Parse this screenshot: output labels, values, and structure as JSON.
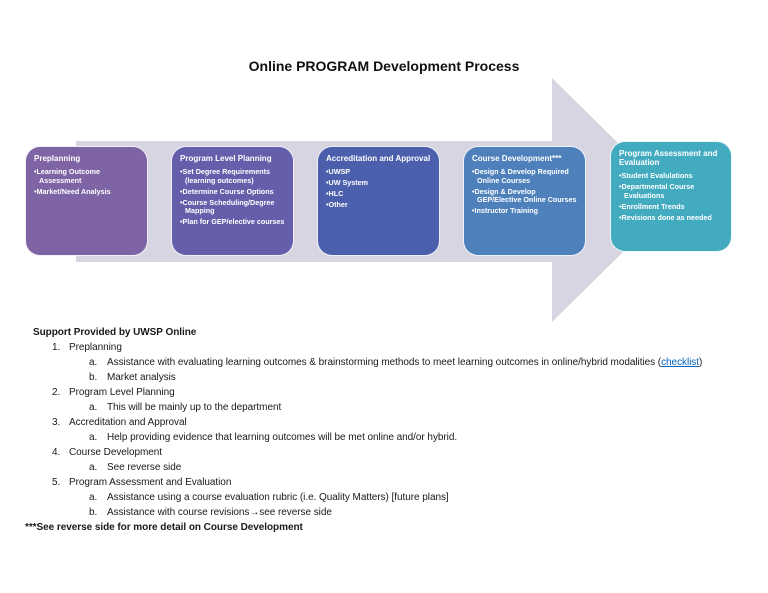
{
  "document": {
    "title": "Online PROGRAM Development Process"
  },
  "diagram": {
    "arrow_color": "#D7D5E2",
    "boxes": [
      {
        "title": "Preplanning",
        "color": "#7E63A5",
        "bullets": [
          "Learning Outcome Assessment",
          "Market/Need Analysis"
        ]
      },
      {
        "title": "Program Level Planning",
        "color": "#655EAB",
        "bullets": [
          "Set Degree Requirements (learning outcomes)",
          "Determine Course Options",
          "Course Scheduling/Degree Mapping",
          "Plan for GEP/elective courses"
        ]
      },
      {
        "title": "Accreditation and Approval",
        "color": "#4B5FAD",
        "bullets": [
          "UWSP",
          "UW System",
          "HLC",
          "Other"
        ]
      },
      {
        "title": "Course Development***",
        "color": "#4E80BC",
        "bullets": [
          "Design & Develop Required Online Courses",
          "Design & Develop GEP/Elective Online Courses",
          "Instructor Training"
        ]
      },
      {
        "title": "Program Assessment and Evaluation",
        "color": "#43ABC0",
        "bullets": [
          "Student Evalulations",
          "Departmental Course Evaluations",
          "Enrollment Trends",
          "Revisions done as needed"
        ]
      }
    ]
  },
  "support": {
    "heading": "Support Provided by UWSP Online",
    "link_color": "#0563C1",
    "lines": [
      {
        "marker": "1.",
        "text": "Preplanning"
      },
      {
        "marker": "a.",
        "pre": "Assistance with evaluating learning outcomes & brainstorming methods to meet learning outcomes in online/hybrid modalities (",
        "link": "checklist",
        "post": ")"
      },
      {
        "marker": "b.",
        "text": "Market analysis"
      },
      {
        "marker": "2.",
        "text": "Program Level Planning"
      },
      {
        "marker": "a.",
        "text": "This will be mainly up to the department"
      },
      {
        "marker": "3.",
        "text": "Accreditation and Approval"
      },
      {
        "marker": "a.",
        "text": "Help providing evidence that learning outcomes will be met online and/or hybrid."
      },
      {
        "marker": "4.",
        "text": "Course Development"
      },
      {
        "marker": "a.",
        "text": "See reverse side"
      },
      {
        "marker": "5.",
        "text": "Program Assessment and Evaluation"
      },
      {
        "marker": "a.",
        "text": "Assistance using a course evaluation rubric (i.e. Quality Matters) [future plans]"
      },
      {
        "marker": "b.",
        "text": "Assistance with course revisions→see reverse side"
      }
    ],
    "footnote": "***See reverse side for more detail on Course Development"
  }
}
